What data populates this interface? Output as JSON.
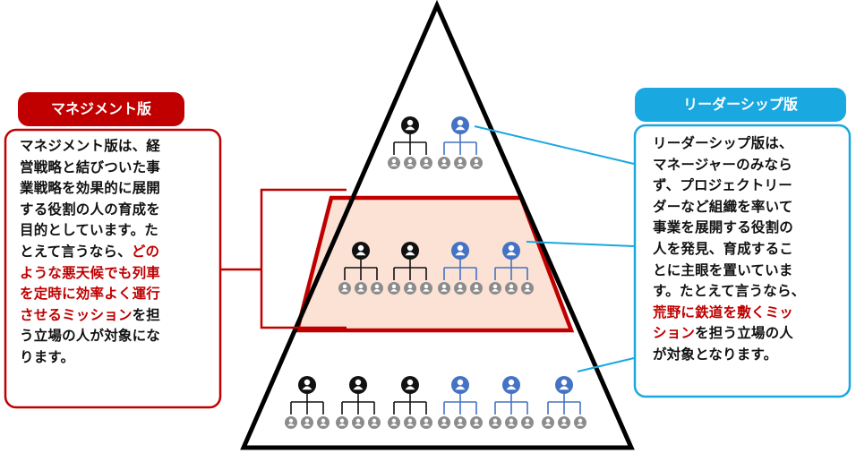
{
  "management": {
    "title": "マネジメント版",
    "lines": [
      [
        {
          "t": "マネジメント版は、経"
        }
      ],
      [
        {
          "t": "営戦略と結びついた事"
        }
      ],
      [
        {
          "t": "業戦略を効果的に展開"
        }
      ],
      [
        {
          "t": "する役割の人の育成を"
        }
      ],
      [
        {
          "t": "目的としています。た"
        }
      ],
      [
        {
          "t": "とえて言うなら、"
        },
        {
          "t": "どの",
          "hl": true
        }
      ],
      [
        {
          "t": "ような悪天候でも列車",
          "hl": true
        }
      ],
      [
        {
          "t": "を定時に効率よく運行",
          "hl": true
        }
      ],
      [
        {
          "t": "させるミッション",
          "hl": true
        },
        {
          "t": "を担"
        }
      ],
      [
        {
          "t": "う立場の人が対象にな"
        }
      ],
      [
        {
          "t": "ります。"
        }
      ]
    ]
  },
  "leadership": {
    "title": "リーダーシップ版",
    "lines": [
      [
        {
          "t": "リーダーシップ版は、"
        }
      ],
      [
        {
          "t": "マネージャーのみなら"
        }
      ],
      [
        {
          "t": "ず、プロジェクトリー"
        }
      ],
      [
        {
          "t": "ダーなど組織を率いて"
        }
      ],
      [
        {
          "t": "事業を展開する役割の"
        }
      ],
      [
        {
          "t": "人を発見、育成するこ"
        }
      ],
      [
        {
          "t": "とに主眼を置いていま"
        }
      ],
      [
        {
          "t": "す。たとえて言うなら、"
        }
      ],
      [
        {
          "t": "荒野に鉄道を敷くミッ",
          "hl": true
        }
      ],
      [
        {
          "t": "ション",
          "hl": true
        },
        {
          "t": "を担う立場の人"
        }
      ],
      [
        {
          "t": "が対象となります。"
        }
      ]
    ]
  },
  "colors": {
    "management": "#c00000",
    "leadership": "#1aa8e0",
    "person_black": "#111111",
    "person_blue": "#4472c4",
    "subordinate_gray": "#8c8c8c",
    "band_fill": "#fbe2d5"
  },
  "tiers": [
    {
      "name": "top",
      "leaders": [
        "black",
        "blue"
      ],
      "subordinates_per_leader": 3
    },
    {
      "name": "middle",
      "leaders": [
        "black",
        "black",
        "blue",
        "blue"
      ],
      "subordinates_per_leader": 3
    },
    {
      "name": "bottom",
      "leaders": [
        "black",
        "black",
        "black",
        "blue",
        "blue",
        "blue"
      ],
      "subordinates_per_leader": 3
    }
  ]
}
